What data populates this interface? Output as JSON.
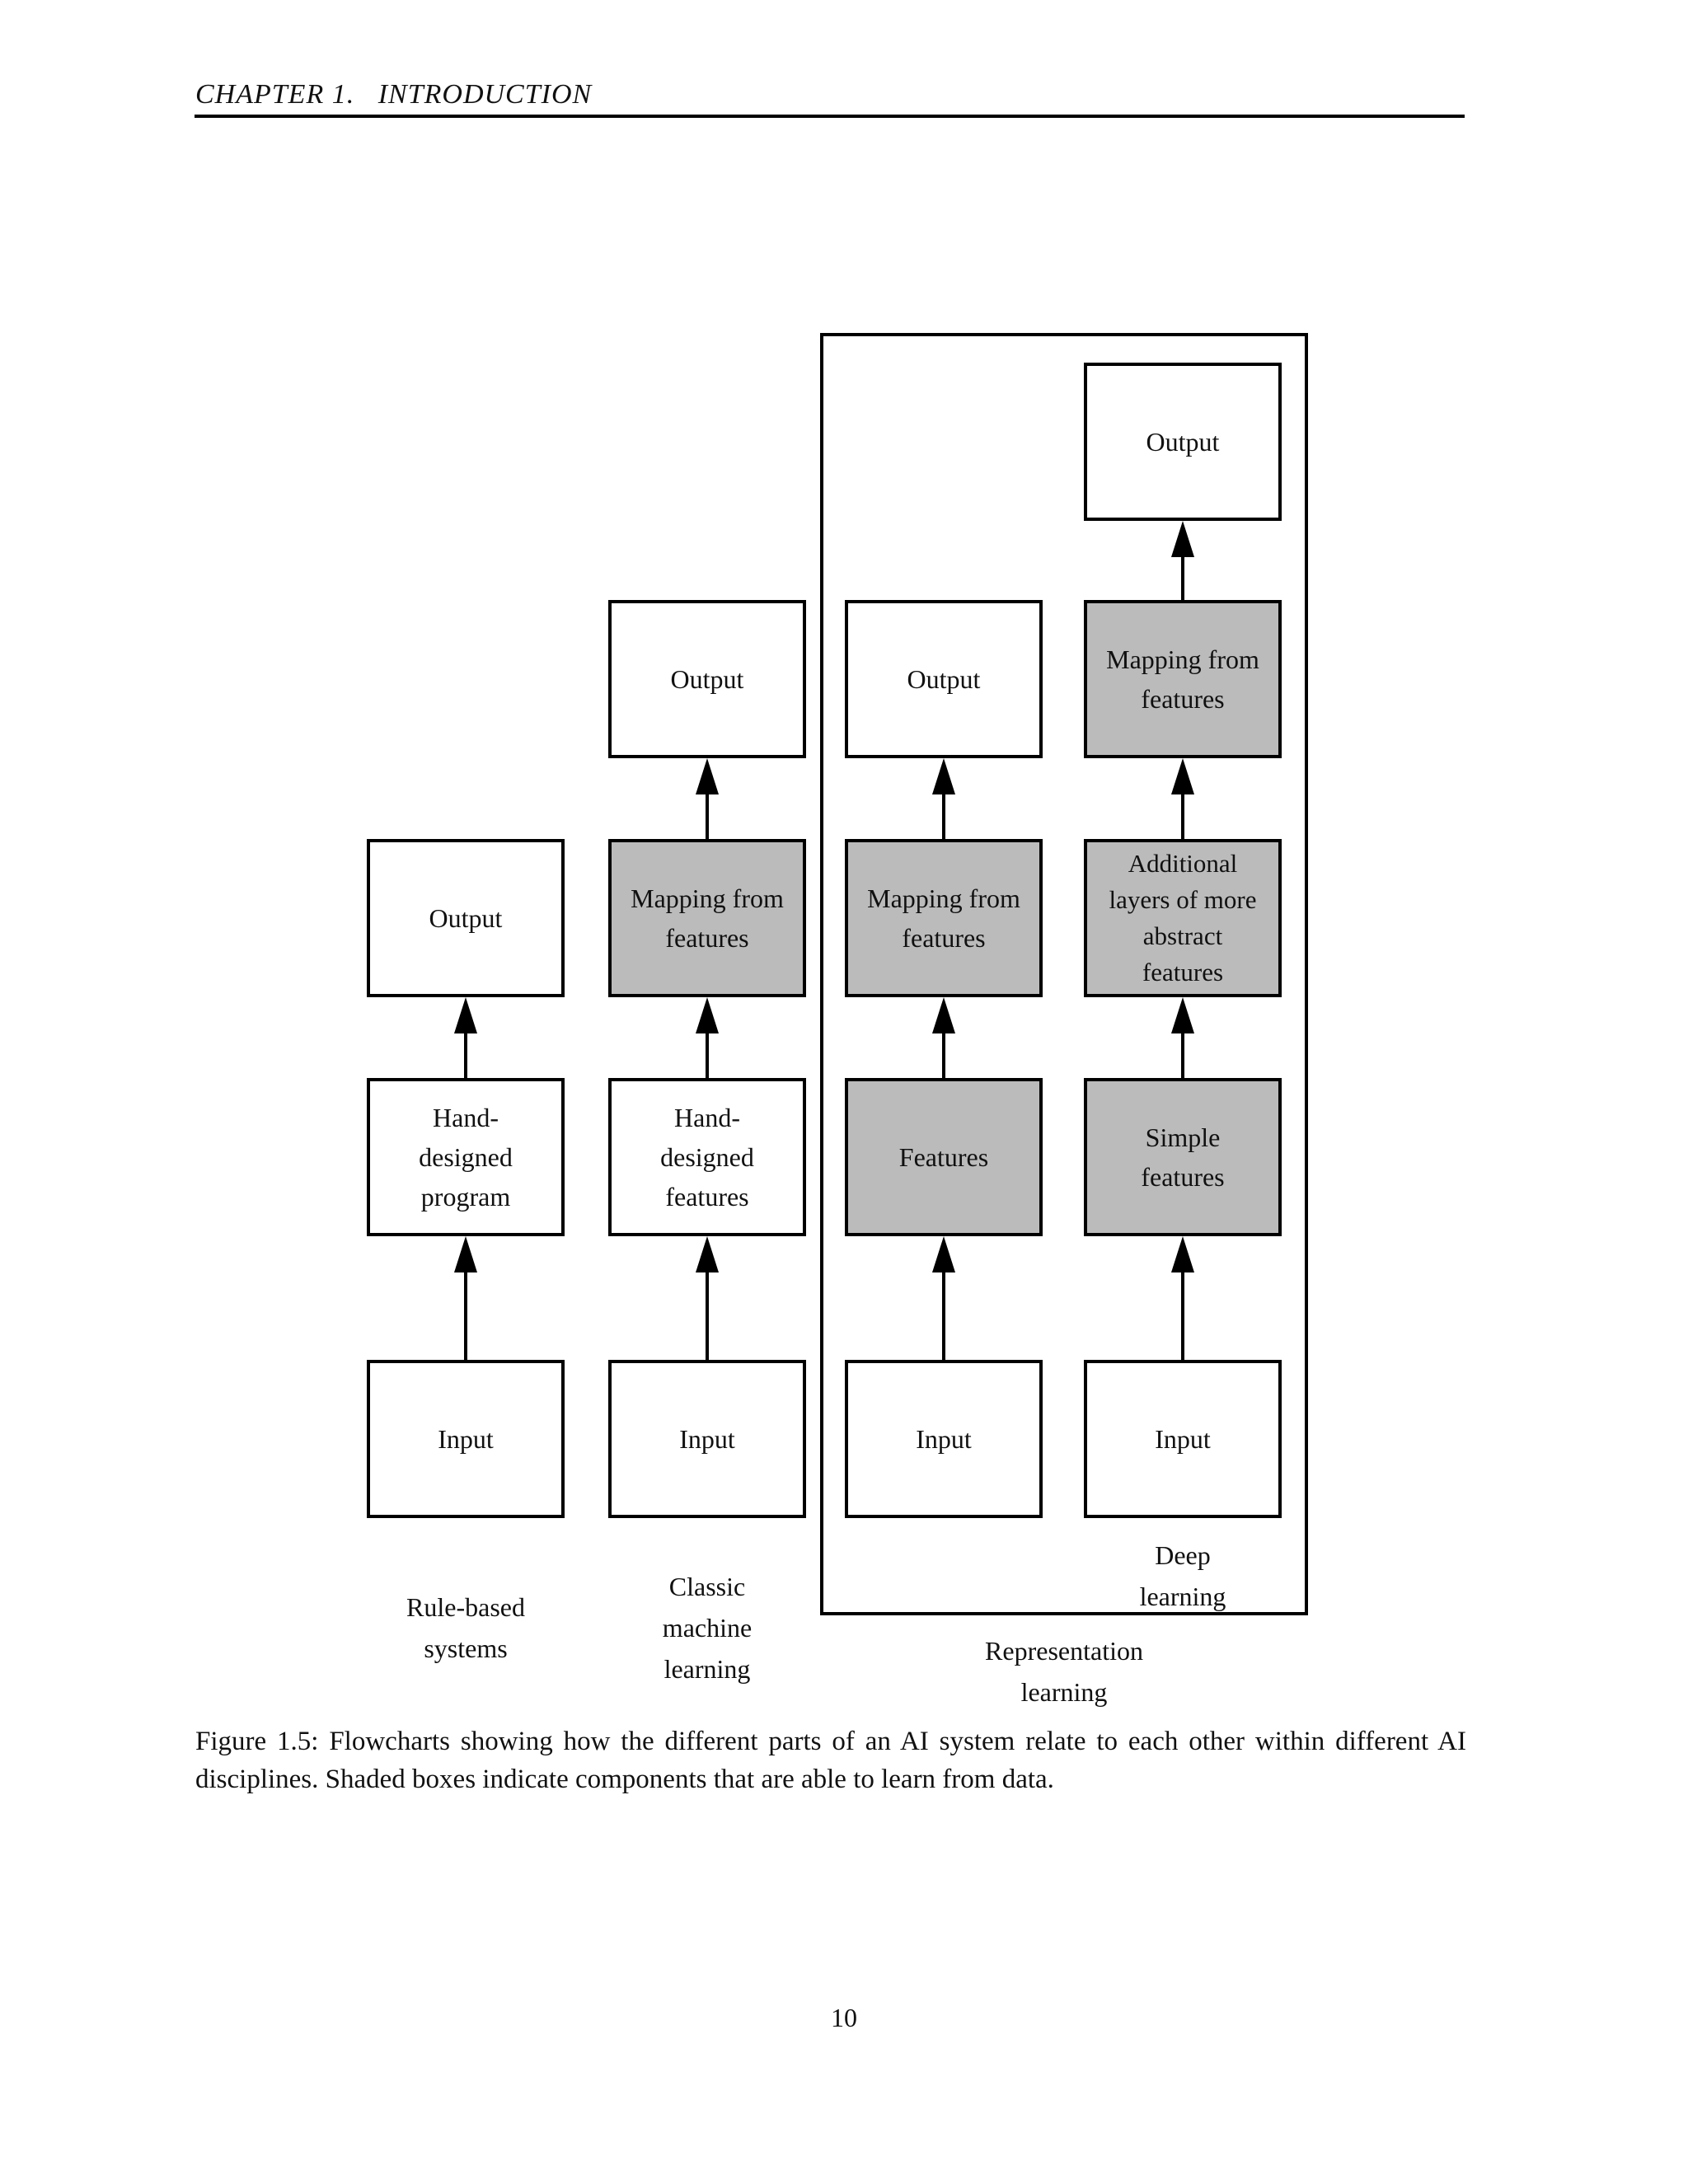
{
  "page": {
    "header": "CHAPTER 1.   INTRODUCTION",
    "page_number": "10"
  },
  "figure": {
    "caption": "Figure 1.5: Flowcharts showing how the different parts of an AI system relate to each other within different AI disciplines. Shaded boxes indicate components that are able to learn from data."
  },
  "colors": {
    "shaded_box": "#bbbbbb",
    "line": "#000000",
    "paper": "#ffffff"
  },
  "diagram": {
    "group_box_label": "Representation\nlearning",
    "columns": [
      {
        "name": "rule-based-systems",
        "label": "Rule-based\nsystems",
        "boxes": [
          {
            "label": "Input",
            "shaded": false
          },
          {
            "label": "Hand-\ndesigned\nprogram",
            "shaded": false
          },
          {
            "label": "Output",
            "shaded": false
          }
        ]
      },
      {
        "name": "classic-machine-learning",
        "label": "Classic\nmachine\nlearning",
        "boxes": [
          {
            "label": "Input",
            "shaded": false
          },
          {
            "label": "Hand-\ndesigned\nfeatures",
            "shaded": false
          },
          {
            "label": "Mapping from\nfeatures",
            "shaded": true
          },
          {
            "label": "Output",
            "shaded": false
          }
        ]
      },
      {
        "name": "representation-learning",
        "boxes": [
          {
            "label": "Input",
            "shaded": false
          },
          {
            "label": "Features",
            "shaded": true
          },
          {
            "label": "Mapping from\nfeatures",
            "shaded": true
          },
          {
            "label": "Output",
            "shaded": false
          }
        ]
      },
      {
        "name": "deep-learning",
        "label": "Deep\nlearning",
        "boxes": [
          {
            "label": "Input",
            "shaded": false
          },
          {
            "label": "Simple\nfeatures",
            "shaded": true
          },
          {
            "label": "Additional\nlayers of more\nabstract\nfeatures",
            "shaded": true
          },
          {
            "label": "Mapping from\nfeatures",
            "shaded": true
          },
          {
            "label": "Output",
            "shaded": false
          }
        ]
      }
    ]
  }
}
